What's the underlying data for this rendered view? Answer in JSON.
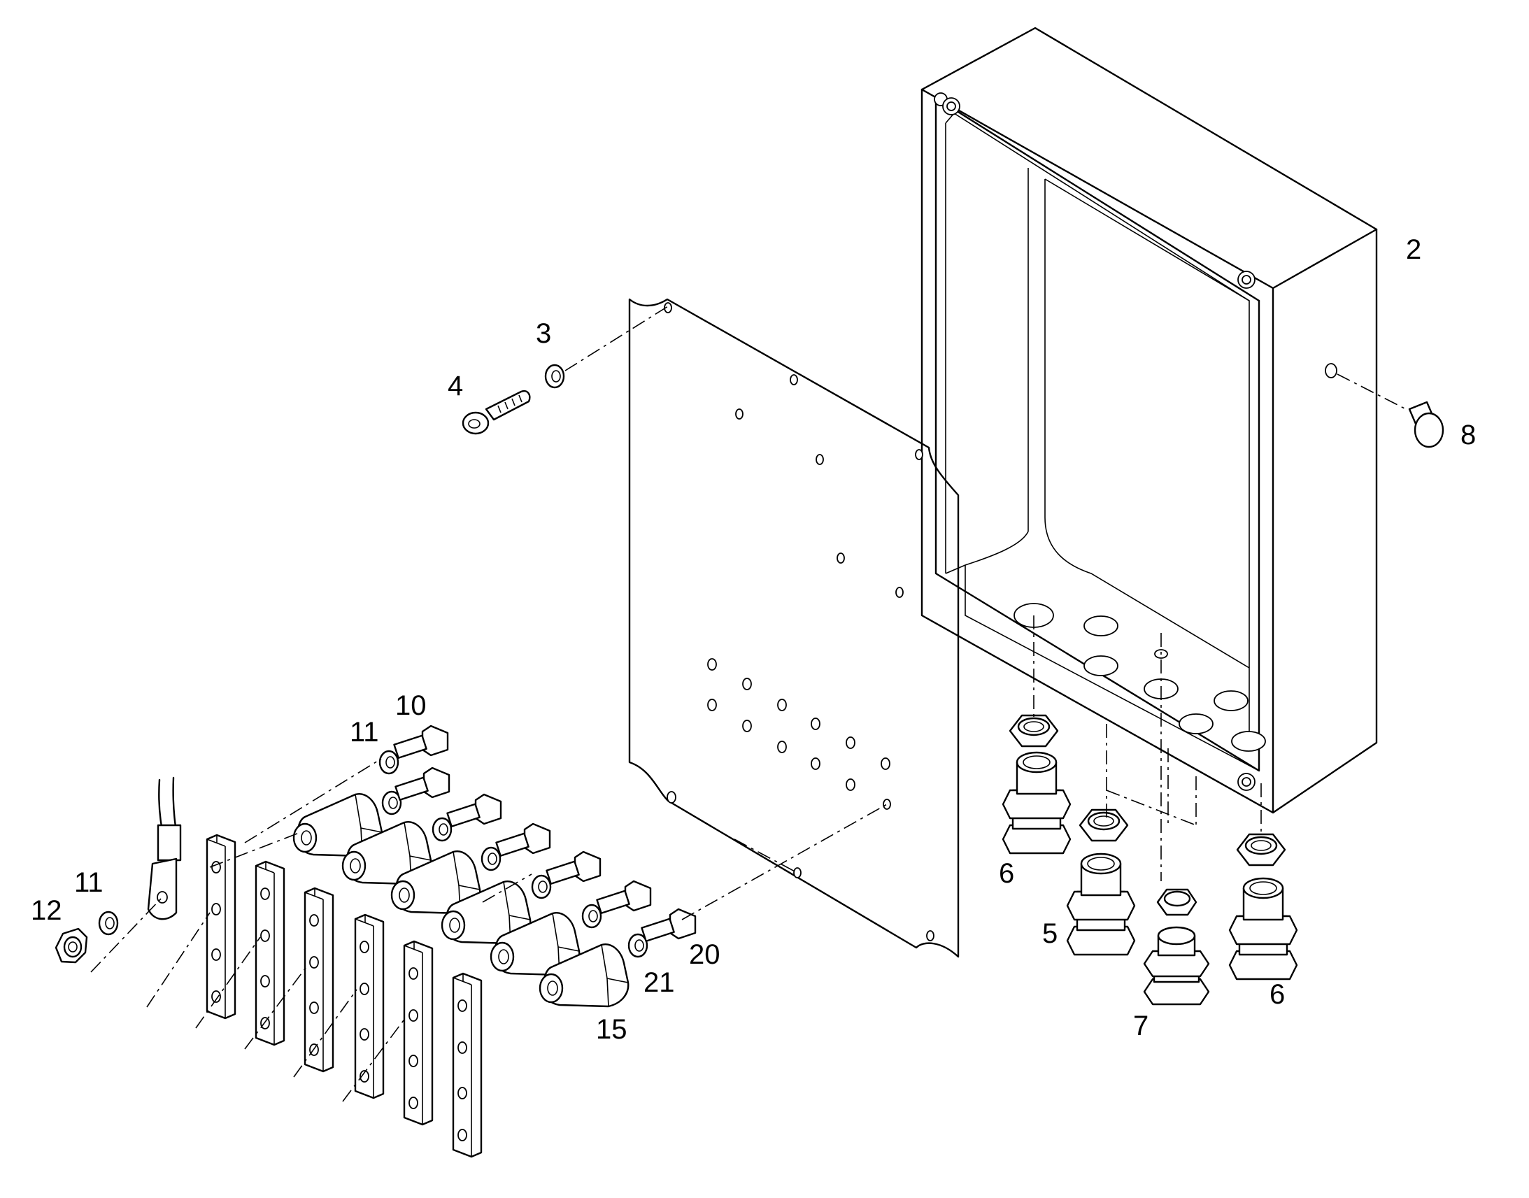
{
  "diagram": {
    "callouts": [
      {
        "id": "c2",
        "text": "2"
      },
      {
        "id": "c3",
        "text": "3"
      },
      {
        "id": "c4",
        "text": "4"
      },
      {
        "id": "c5",
        "text": "5"
      },
      {
        "id": "c6a",
        "text": "6"
      },
      {
        "id": "c6b",
        "text": "6"
      },
      {
        "id": "c7",
        "text": "7"
      },
      {
        "id": "c8",
        "text": "8"
      },
      {
        "id": "c10",
        "text": "10"
      },
      {
        "id": "c11a",
        "text": "11"
      },
      {
        "id": "c11b",
        "text": "11"
      },
      {
        "id": "c12",
        "text": "12"
      },
      {
        "id": "c15",
        "text": "15"
      },
      {
        "id": "c20",
        "text": "20"
      },
      {
        "id": "c21",
        "text": "21"
      }
    ]
  }
}
